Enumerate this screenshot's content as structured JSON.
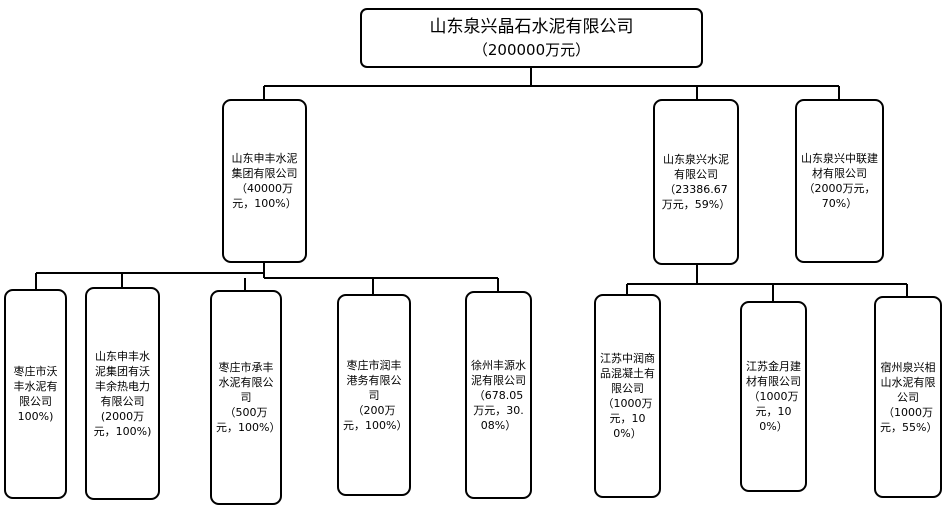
{
  "diagram": {
    "root": {
      "name": "山东泉兴晶石水泥有限公司",
      "info": "（200000万元）"
    },
    "level1": [
      {
        "id": "shenfeng",
        "name": "山东申丰水泥集团有限公司",
        "info": "（40000万元，100%）"
      },
      {
        "id": "quanxing",
        "name": "山东泉兴水泥有限公司",
        "info": "（23386.67万元，59%）"
      },
      {
        "id": "zhonglian",
        "name": "山东泉兴中联建材有限公司",
        "info": "（2000万元，70%）"
      }
    ],
    "shenfeng_children": [
      {
        "name": "枣庄市沃丰水泥有限公司",
        "info": "100%)"
      },
      {
        "name": "山东申丰水泥集团有沃丰余热电力有限公司",
        "info": "(2000万元，100%)"
      },
      {
        "name": "枣庄市承丰水泥有限公司",
        "info": "（500万元，100%）"
      },
      {
        "name": "枣庄市润丰港务有限公司",
        "info": "（200万元，100%）"
      },
      {
        "name": "徐州丰源水泥有限公司",
        "info": "（678.05万元，30.08%）"
      }
    ],
    "quanxing_children": [
      {
        "name": "江苏中润商品混凝土有限公司",
        "info": "（1000万元，100%）"
      },
      {
        "name": "江苏金月建材有限公司",
        "info": "（1000万元，100%）"
      },
      {
        "name": "宿州泉兴相山水泥有限公司",
        "info": "（1000万元，55%）"
      }
    ]
  }
}
